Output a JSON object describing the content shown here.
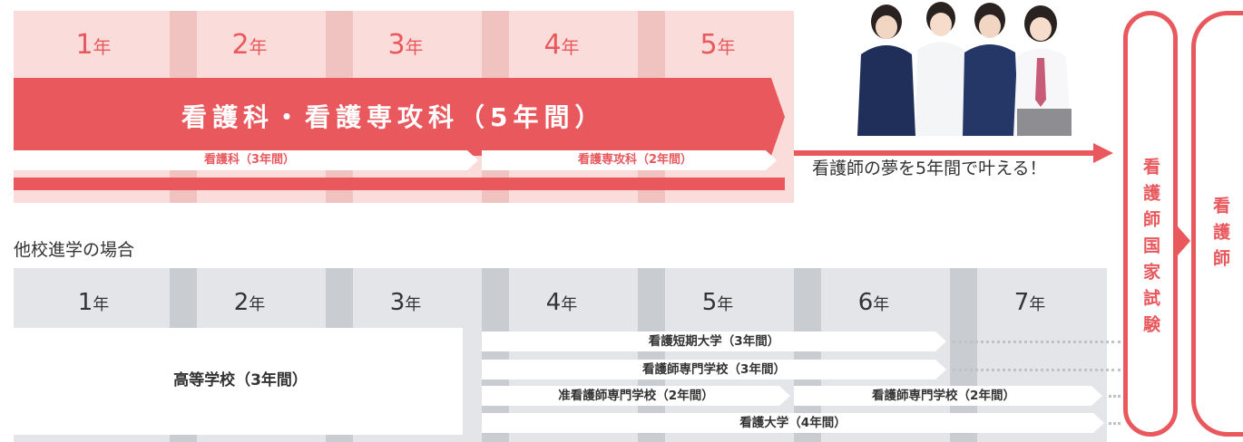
{
  "top": {
    "years": [
      {
        "num": "1",
        "unit": "年"
      },
      {
        "num": "2",
        "unit": "年"
      },
      {
        "num": "3",
        "unit": "年"
      },
      {
        "num": "4",
        "unit": "年"
      },
      {
        "num": "5",
        "unit": "年"
      }
    ],
    "main_program": "看護科・看護専攻科（5年間）",
    "sub_program_1": "看護科（3年間）",
    "sub_program_2": "看護専攻科（2年間）",
    "dream_text": "看護師の夢を5年間で叶える！"
  },
  "exam_label": "看護師国家試験",
  "result_label": "看護師",
  "other": {
    "title": "他校進学の場合",
    "years": [
      {
        "num": "1",
        "unit": "年"
      },
      {
        "num": "2",
        "unit": "年"
      },
      {
        "num": "3",
        "unit": "年"
      },
      {
        "num": "4",
        "unit": "年"
      },
      {
        "num": "5",
        "unit": "年"
      },
      {
        "num": "6",
        "unit": "年"
      },
      {
        "num": "7",
        "unit": "年"
      }
    ],
    "high_school": "高等学校（3年間）",
    "paths": {
      "junior_college": "看護短期大学（3年間）",
      "vocational_3yr": "看護師専門学校（3年間）",
      "assistant_2yr": "准看護師専門学校（2年間）",
      "vocational_2yr": "看護師専門学校（2年間）",
      "university": "看護大学（4年間）"
    }
  },
  "colors": {
    "accent": "#e8585d",
    "top_bg": "#fadddb",
    "bottom_bg": "#e3e5e8"
  }
}
